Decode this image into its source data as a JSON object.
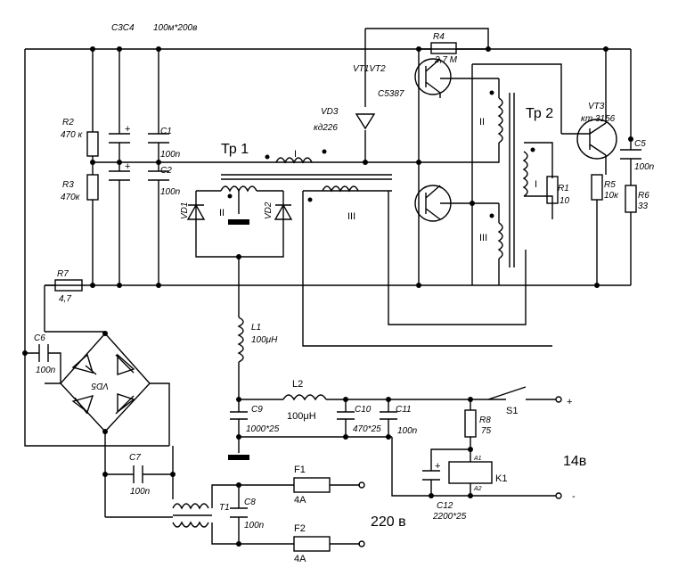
{
  "labels": {
    "c3c4": "C3C4",
    "c3c4_val": "100м*200в",
    "r2": "R2",
    "r2_val": "470 к",
    "r3": "R3",
    "r3_val": "470к",
    "c1": "C1",
    "c1_val": "100n",
    "c2": "C2",
    "c2_val": "100n",
    "r7": "R7",
    "r7_val": "4,7",
    "c6": "C6",
    "c6_val": "100n",
    "vd5": "VD5",
    "c7": "C7",
    "c7_val": "100n",
    "t1": "T1",
    "c8": "C8",
    "c8_val": "100n",
    "f1": "F1",
    "f1_val": "4A",
    "f2": "F2",
    "f2_val": "4A",
    "mains": "220 в",
    "tr1": "Тр 1",
    "tr1_w1": "I",
    "tr1_w2": "II",
    "tr1_w3": "III",
    "vd1": "VD1",
    "vd2": "VD2",
    "vd3": "VD3",
    "vd3_val": "кд226",
    "r4": "R4",
    "r4_val": "2,7 M",
    "vt12": "VT1VT2",
    "vt12_val": "C5387",
    "tr2": "Тр 2",
    "tr2_w1": "I",
    "tr2_w2": "II",
    "tr2_w3": "III",
    "r1": "R1",
    "r1_val": "10",
    "vt3": "VT3",
    "vt3_val": "кт 3156",
    "c5": "C5",
    "c5_val": "100n",
    "r5": "R5",
    "r5_val": "10к",
    "r6": "R6",
    "r6_val": "33",
    "l1": "L1",
    "l1_val": "100μH",
    "l2": "L2",
    "l2_val": "100μH",
    "c9": "C9",
    "c9_val": "1000*25",
    "c10": "C10",
    "c10_val": "470*25",
    "c11": "C11",
    "c11_val": "100n",
    "s1": "S1",
    "r8": "R8",
    "r8_val": "75",
    "k1": "K1",
    "a1": "A1",
    "a2": "A2",
    "c12": "C12",
    "c12_val": "2200*25",
    "plus": "+",
    "minus": "-",
    "out_v": "14в",
    "plus_mark": "+"
  }
}
